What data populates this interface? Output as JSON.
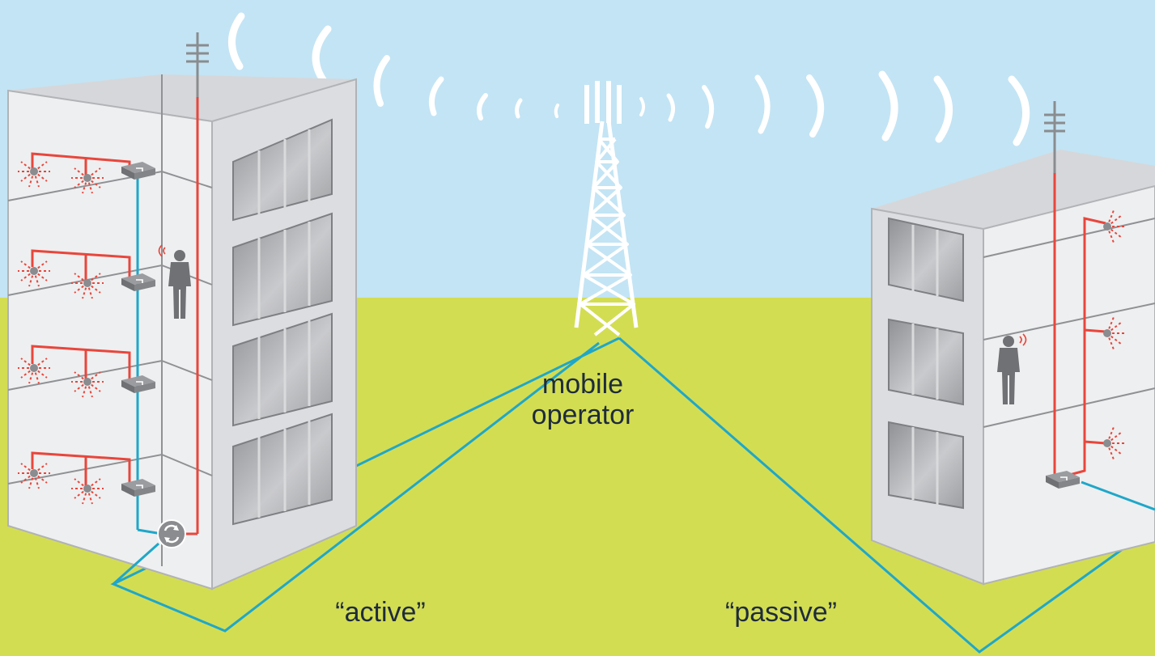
{
  "labels": {
    "tower": [
      "mobile",
      "operator"
    ],
    "active": "“active”",
    "passive": "“passive”"
  },
  "colors": {
    "sky": "#c3e4f4",
    "ground": "#d3dd52",
    "building_light": "#e5e6e8",
    "building_dark": "#c5c7ca",
    "roof": "#d6d7da",
    "window": "#a7a9ac",
    "red_cable": "#e8463c",
    "blue_cable": "#1fa7c9",
    "wave": "#ffffff",
    "text": "#1e2b3c"
  },
  "icons": [
    "antenna-icon",
    "repeater-icon",
    "person-icon",
    "cell-tower-icon",
    "signal-wave-icon"
  ]
}
